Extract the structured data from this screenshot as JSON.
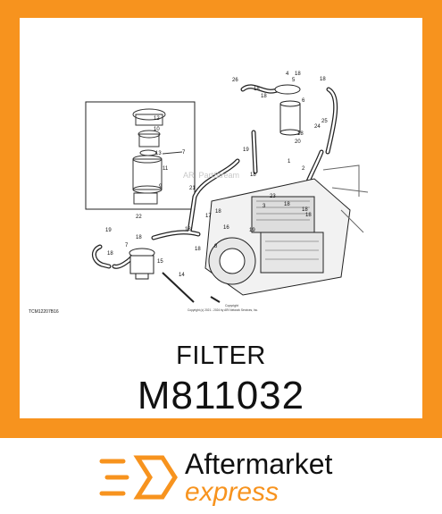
{
  "diagram": {
    "watermark": "ARI PartStream",
    "figure_code": "TCM12207B16",
    "copyright_title": "Copyright",
    "copyright_line": "Copyright (c) 2021 - 2024 by ARI Network Services, Inc.",
    "callouts": [
      "4",
      "18",
      "26",
      "18",
      "18",
      "5",
      "6",
      "18",
      "12",
      "10",
      "13",
      "11",
      "9",
      "7",
      "25",
      "24",
      "18",
      "20",
      "19",
      "1",
      "2",
      "18",
      "21",
      "23",
      "3",
      "18",
      "17",
      "18",
      "22",
      "16",
      "19",
      "18",
      "19",
      "18",
      "7",
      "8",
      "18",
      "18",
      "15",
      "14",
      "18",
      "18"
    ]
  },
  "product": {
    "name": "FILTER",
    "part_number": "M811032"
  },
  "brand": {
    "line1": "Aftermarket",
    "line2": "express",
    "accent_color": "#f7931e",
    "logo_icon": "hexagon-speed-icon"
  }
}
